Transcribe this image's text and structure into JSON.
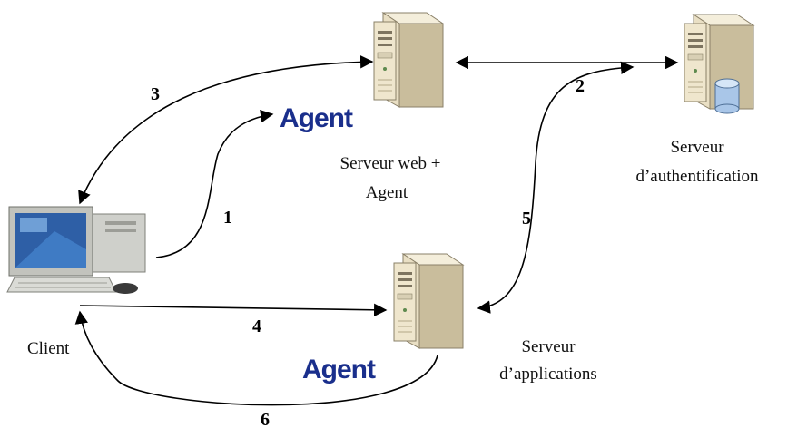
{
  "nodes": {
    "web_server": {
      "label_lines": [
        "Serveur web +",
        "Agent"
      ]
    },
    "auth_server": {
      "label_lines": [
        "Serveur",
        "d’authentification"
      ]
    },
    "app_server": {
      "label_lines": [
        "Serveur",
        "d’applications"
      ]
    },
    "client": {
      "label": "Client"
    }
  },
  "agent_badges": [
    {
      "text": "Agent",
      "color": "#1a2f8c"
    },
    {
      "text": "Agent",
      "color": "#1a2f8c"
    }
  ],
  "steps": [
    "1",
    "2",
    "3",
    "4",
    "5",
    "6"
  ],
  "icons": {
    "server": "server-tower-icon",
    "database": "database-icon",
    "client": "desktop-computer-icon"
  },
  "colors": {
    "server_body": "#e9dfc4",
    "server_shade": "#c9bd9c",
    "database": "#a9c6e8",
    "arrow": "#000000",
    "agent": "#1a2f8c"
  }
}
